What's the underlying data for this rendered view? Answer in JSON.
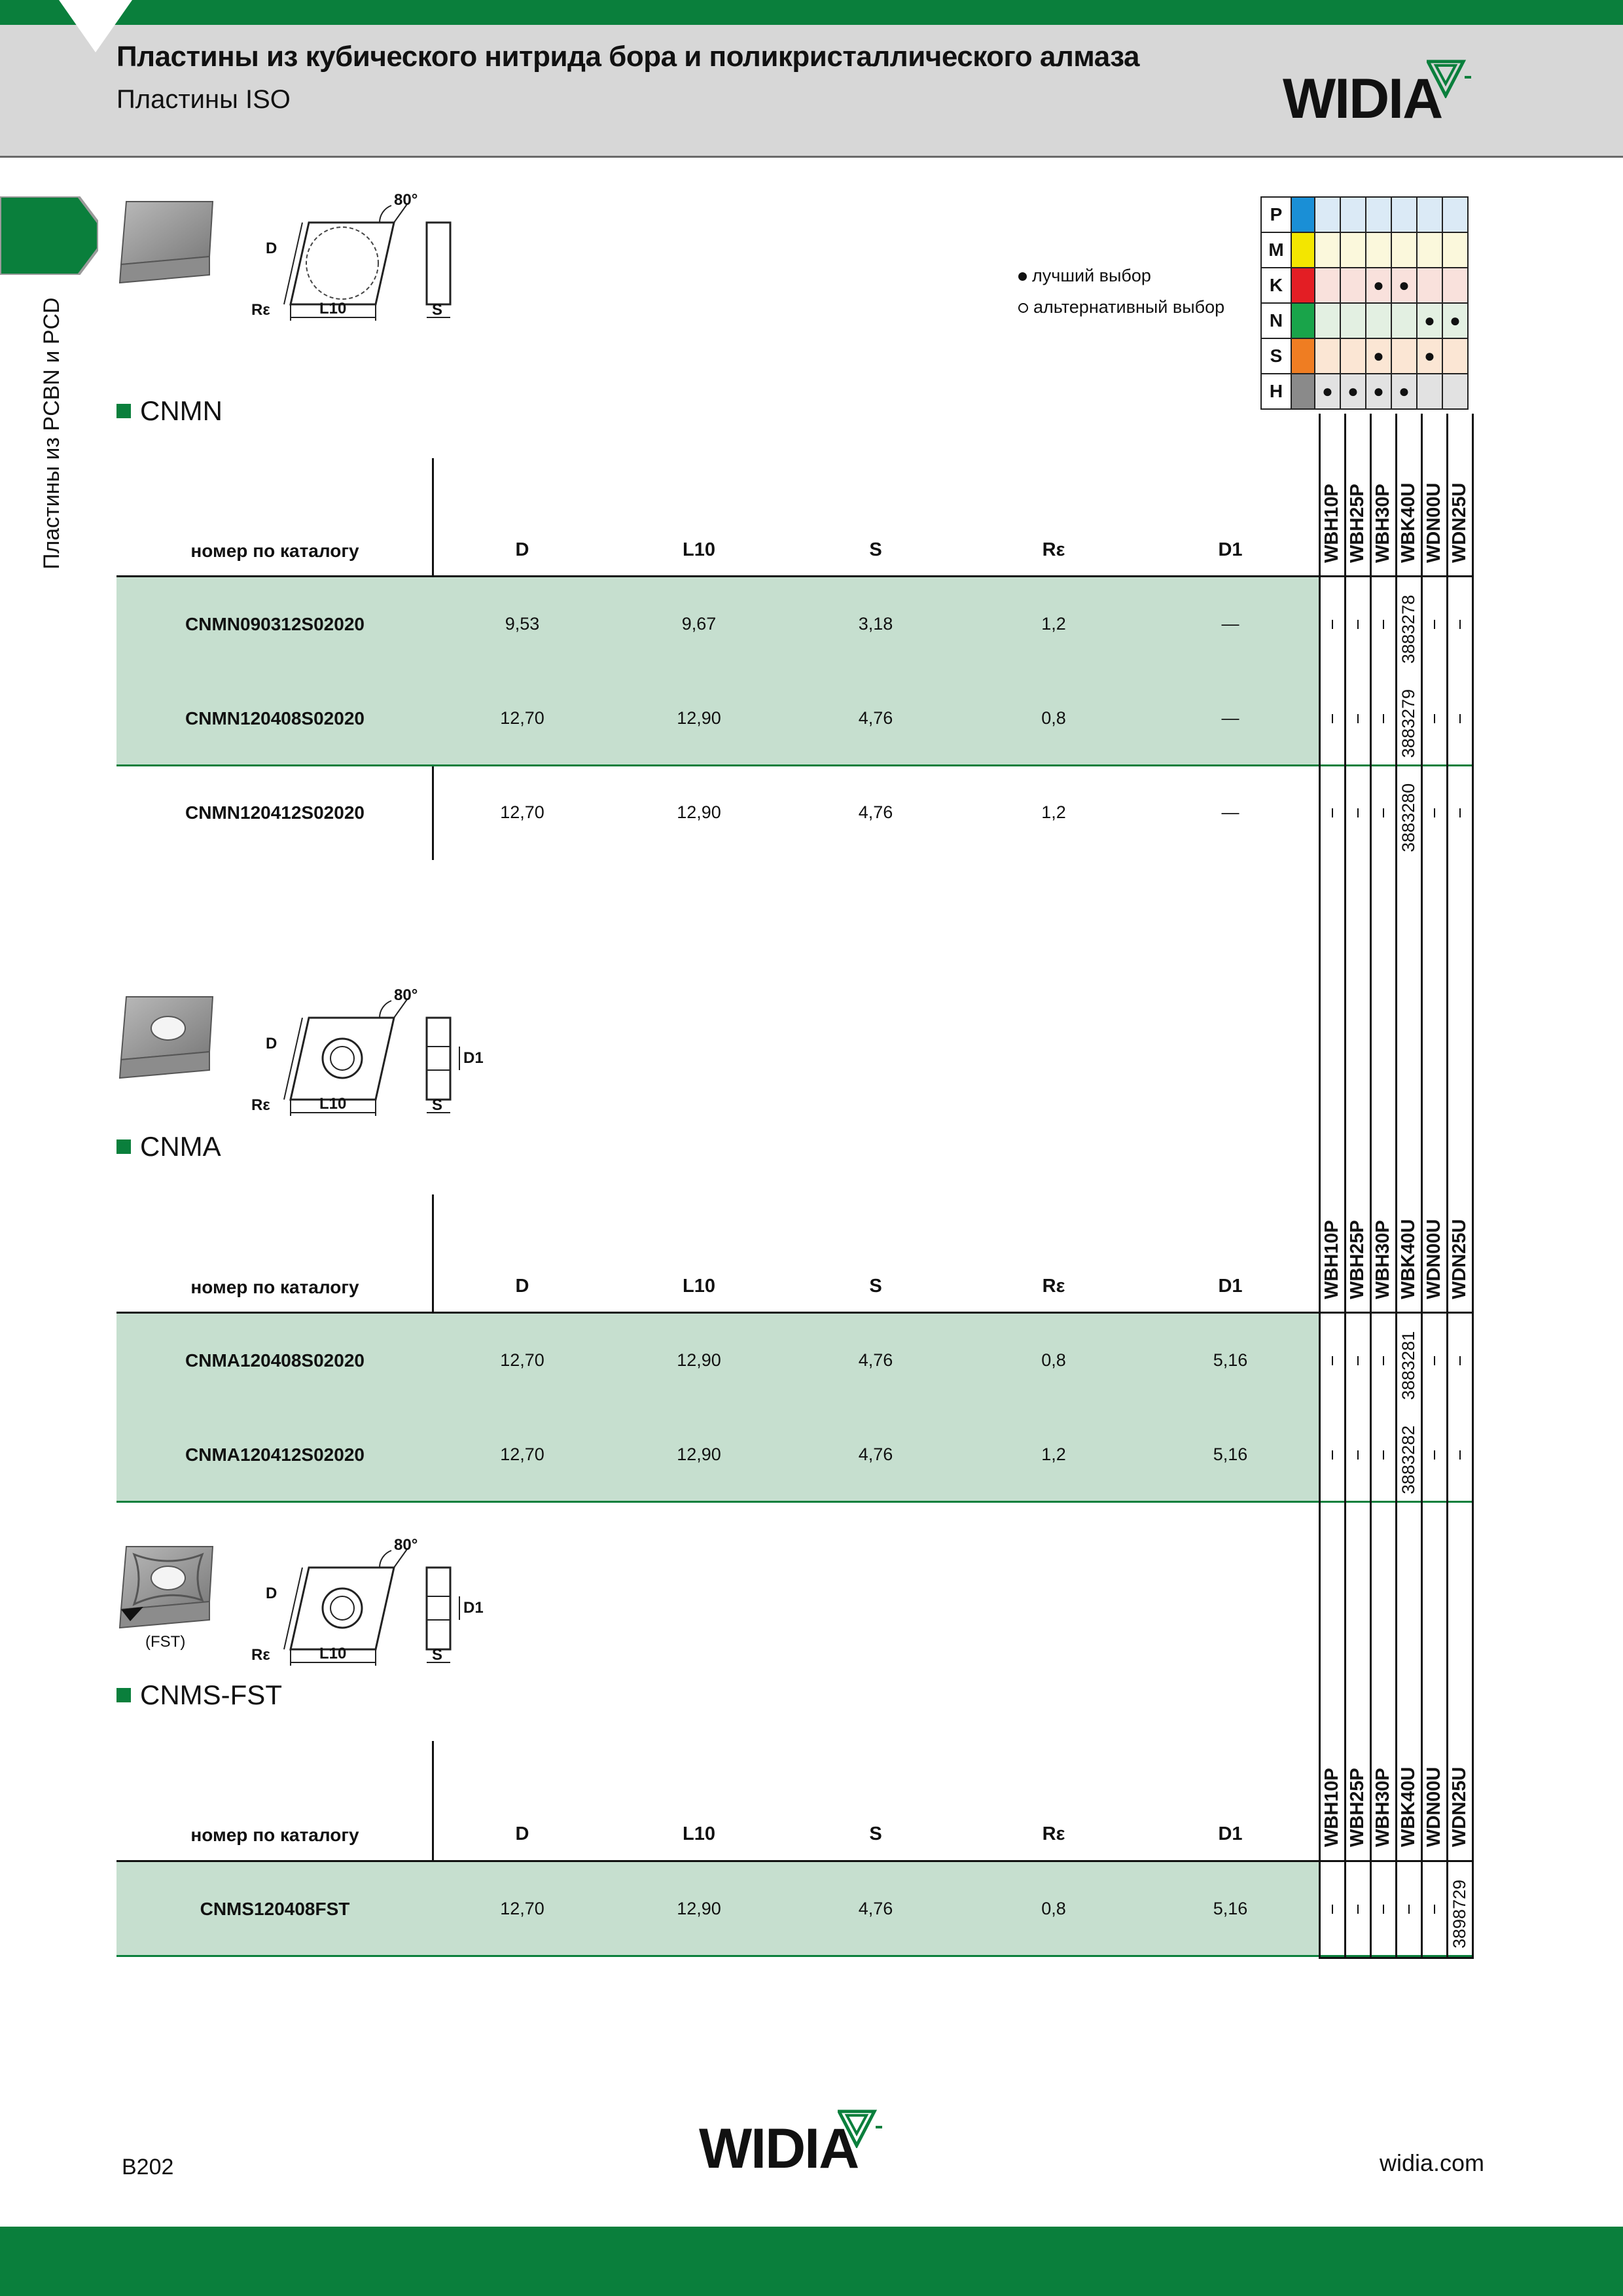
{
  "header": {
    "title": "Пластины из кубического нитрида бора и поликристаллического алмаза",
    "subtitle": "Пластины ISO",
    "logo_text": "WIDIA"
  },
  "sidebar": {
    "vertical_label": "Пластины из PCBN и PCD"
  },
  "legend": {
    "best_choice": "лучший выбор",
    "alternative_choice": "альтернативный выбор"
  },
  "materials": {
    "rows": [
      {
        "letter": "P",
        "color": "#1a8fd6",
        "tint": "#dbeaf6",
        "marks": [
          "",
          "",
          "",
          "",
          "",
          ""
        ]
      },
      {
        "letter": "M",
        "color": "#f3e600",
        "tint": "#fbf8dc",
        "marks": [
          "",
          "",
          "",
          "",
          "",
          ""
        ]
      },
      {
        "letter": "K",
        "color": "#e31e24",
        "tint": "#f9e1dc",
        "marks": [
          "",
          "",
          "●",
          "●",
          "",
          ""
        ]
      },
      {
        "letter": "N",
        "color": "#19a44a",
        "tint": "#e3f0e2",
        "marks": [
          "",
          "",
          "",
          "",
          "●",
          "●"
        ]
      },
      {
        "letter": "S",
        "color": "#ef7d22",
        "tint": "#fbe6d4",
        "marks": [
          "",
          "",
          "●",
          "",
          "●",
          ""
        ]
      },
      {
        "letter": "H",
        "color": "#8a8a8a",
        "tint": "#e2e2e2",
        "marks": [
          "●",
          "●",
          "●",
          "●",
          "",
          ""
        ]
      }
    ]
  },
  "grades": [
    "WBH10P",
    "WBH25P",
    "WBH30P",
    "WBK40U",
    "WDN00U",
    "WDN25U"
  ],
  "columns": {
    "catalog": "номер по каталогу",
    "d": "D",
    "l10": "L10",
    "s": "S",
    "re": "Rε",
    "d1": "D1"
  },
  "drawing_labels": {
    "angle": "80°",
    "d": "D",
    "l10": "L10",
    "s": "S",
    "re": "Rε",
    "d1": "D1",
    "fst": "(FST)"
  },
  "sections": [
    {
      "title": "CNMN",
      "rows": [
        {
          "catalog": "CNMN090312S02020",
          "d": "9,53",
          "l10": "9,67",
          "s": "3,18",
          "re": "1,2",
          "d1": "—",
          "codes": [
            "-",
            "-",
            "-",
            "3883278",
            "-",
            "-"
          ]
        },
        {
          "catalog": "CNMN120408S02020",
          "d": "12,70",
          "l10": "12,90",
          "s": "4,76",
          "re": "0,8",
          "d1": "—",
          "codes": [
            "-",
            "-",
            "-",
            "3883279",
            "-",
            "-"
          ]
        },
        {
          "catalog": "CNMN120412S02020",
          "d": "12,70",
          "l10": "12,90",
          "s": "4,76",
          "re": "1,2",
          "d1": "—",
          "codes": [
            "-",
            "-",
            "-",
            "3883280",
            "-",
            "-"
          ]
        }
      ]
    },
    {
      "title": "CNMA",
      "rows": [
        {
          "catalog": "CNMA120408S02020",
          "d": "12,70",
          "l10": "12,90",
          "s": "4,76",
          "re": "0,8",
          "d1": "5,16",
          "codes": [
            "-",
            "-",
            "-",
            "3883281",
            "-",
            "-"
          ]
        },
        {
          "catalog": "CNMA120412S02020",
          "d": "12,70",
          "l10": "12,90",
          "s": "4,76",
          "re": "1,2",
          "d1": "5,16",
          "codes": [
            "-",
            "-",
            "-",
            "3883282",
            "-",
            "-"
          ]
        }
      ]
    },
    {
      "title": "CNMS-FST",
      "rows": [
        {
          "catalog": "CNMS120408FST",
          "d": "12,70",
          "l10": "12,90",
          "s": "4,76",
          "re": "0,8",
          "d1": "5,16",
          "codes": [
            "-",
            "-",
            "-",
            "-",
            "-",
            "3898729"
          ]
        }
      ]
    }
  ],
  "footer": {
    "page": "B202",
    "site": "widia.com"
  }
}
